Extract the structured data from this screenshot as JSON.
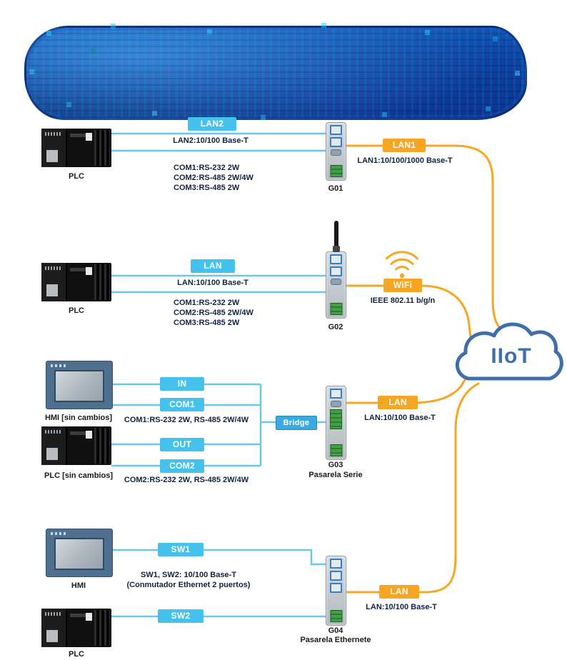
{
  "cloud": {
    "label": "IIoT"
  },
  "rows": {
    "r1": {
      "device_label": "PLC",
      "lan_badge": "LAN2",
      "lan_text": "LAN2:10/100 Base-T",
      "com_lines": [
        "COM1:RS-232 2W",
        "COM2:RS-485 2W/4W",
        "COM3:RS-485 2W"
      ],
      "gateway_label": "G01",
      "wan_badge": "LAN1",
      "wan_text": "LAN1:10/100/1000 Base-T"
    },
    "r2": {
      "device_label": "PLC",
      "lan_badge": "LAN",
      "lan_text": "LAN:10/100 Base-T",
      "com_lines": [
        "COM1:RS-232 2W",
        "COM2:RS-485 2W/4W",
        "COM3:RS-485 2W"
      ],
      "gateway_label": "G02",
      "wan_badge": "WiFi",
      "wan_text": "IEEE 802.11 b/g/n"
    },
    "r3": {
      "hmi_label": "HMI [sin cambios]",
      "plc_label": "PLC [sin cambios]",
      "in_badge": "IN",
      "com1_badge": "COM1",
      "out_badge": "OUT",
      "com2_badge": "COM2",
      "com1_text": "COM1:RS-232 2W, RS-485 2W/4W",
      "com2_text": "COM2:RS-232 2W, RS-485 2W/4W",
      "bridge_label": "Bridge",
      "gateway_label": "G03",
      "gateway_sublabel": "Pasarela Serie",
      "wan_badge": "LAN",
      "wan_text": "LAN:10/100 Base-T"
    },
    "r4": {
      "hmi_label": "HMI",
      "plc_label": "PLC",
      "sw1_badge": "SW1",
      "sw2_badge": "SW2",
      "sw_text1": "SW1, SW2: 10/100 Base-T",
      "sw_text2": "(Conmutador Ethernet 2 puertos)",
      "gateway_label": "G04",
      "gateway_sublabel": "Pasarela Ethernete",
      "wan_badge": "LAN",
      "wan_text": "LAN:10/100 Base-T"
    }
  },
  "colors": {
    "badge_cyan": "#45C1EE",
    "badge_orange": "#F6A623",
    "line_blue": "#6CC5ED",
    "line_orange": "#F6A623",
    "cloud_blue": "#3F6FA8",
    "text_navy": "#10233F"
  }
}
